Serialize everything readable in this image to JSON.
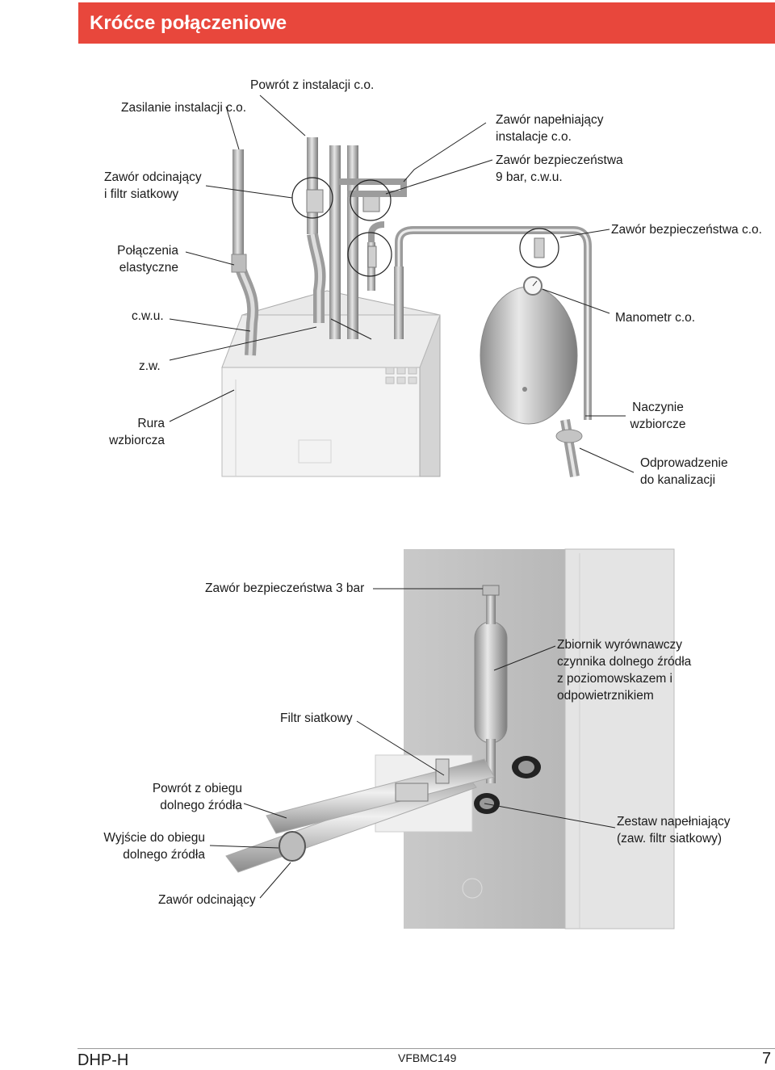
{
  "header": {
    "title": "Króćce połączeniowe"
  },
  "diagram1": {
    "labels": {
      "zasilanie": "Zasilanie instalacji c.o.",
      "powrot": "Powrót z instalacji c.o.",
      "napelniajacy": [
        "Zawór napełniający",
        "instalacje c.o."
      ],
      "bezp_cwu": [
        "Zawór bezpieczeństwa",
        "9 bar, c.w.u."
      ],
      "odcinajacy_filtr": [
        "Zawór odcinający",
        "i filtr siatkowy"
      ],
      "bezp_co": "Zawór bezpieczeństwa c.o.",
      "polaczenia": [
        "Połączenia",
        "elastyczne"
      ],
      "cwu": "c.w.u.",
      "manometr": "Manometr  c.o.",
      "zw": "z.w.",
      "rura": [
        "Rura",
        "wzbiorcza"
      ],
      "naczynie": [
        "Naczynie",
        "wzbiorcze"
      ],
      "odprowadzenie": [
        "Odprowadzenie",
        "do kanalizacji"
      ]
    }
  },
  "diagram2": {
    "labels": {
      "bezp3": "Zawór bezpieczeństwa 3 bar",
      "zbiornik": [
        "Zbiornik wyrównawczy",
        "czynnika dolnego źródła",
        "z poziomowskazem i",
        "odpowietrznikiem"
      ],
      "filtr": "Filtr siatkowy",
      "powrot_obiegu": [
        "Powrót z obiegu",
        "dolnego źródła"
      ],
      "zestaw": [
        "Zestaw napełniający",
        "(zaw. filtr siatkowy)"
      ],
      "wyjscie": [
        "Wyjście do obiegu",
        "dolnego źródła"
      ],
      "odcinajacy": "Zawór odcinający"
    }
  },
  "footer": {
    "model": "DHP-H",
    "code": "VFBMC149",
    "page": "7"
  }
}
